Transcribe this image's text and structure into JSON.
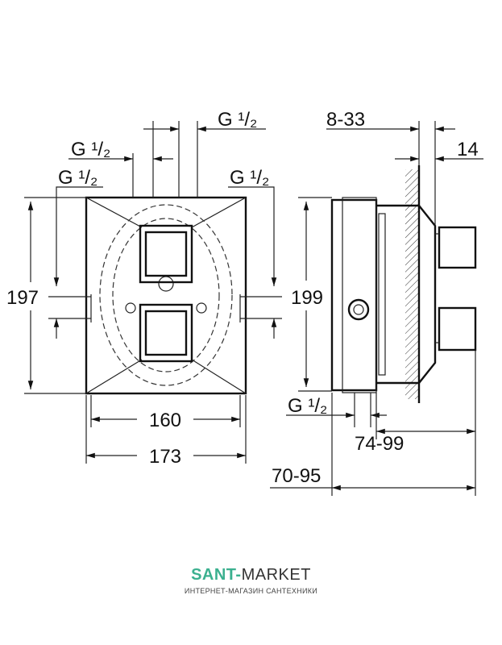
{
  "drawing": {
    "front_view": {
      "thread_top_right": "G ¹/₂",
      "thread_top_left": "G ¹/₂",
      "thread_left": "G ¹/₂",
      "thread_right": "G ¹/₂",
      "height": "197",
      "inner_width": "160",
      "outer_width": "173"
    },
    "side_view": {
      "height": "199",
      "wall_range": "8-33",
      "flange": "14",
      "thread_bottom": "G ¹/₂",
      "depth_inner": "74-99",
      "depth_outer": "70-95"
    }
  },
  "logo": {
    "brand_accent": "SANT-",
    "brand_rest": "MARKET",
    "tagline": "ИНТЕРНЕТ-МАГАЗИН САНТЕХНИКИ",
    "accent_color": "#3bb08f"
  }
}
